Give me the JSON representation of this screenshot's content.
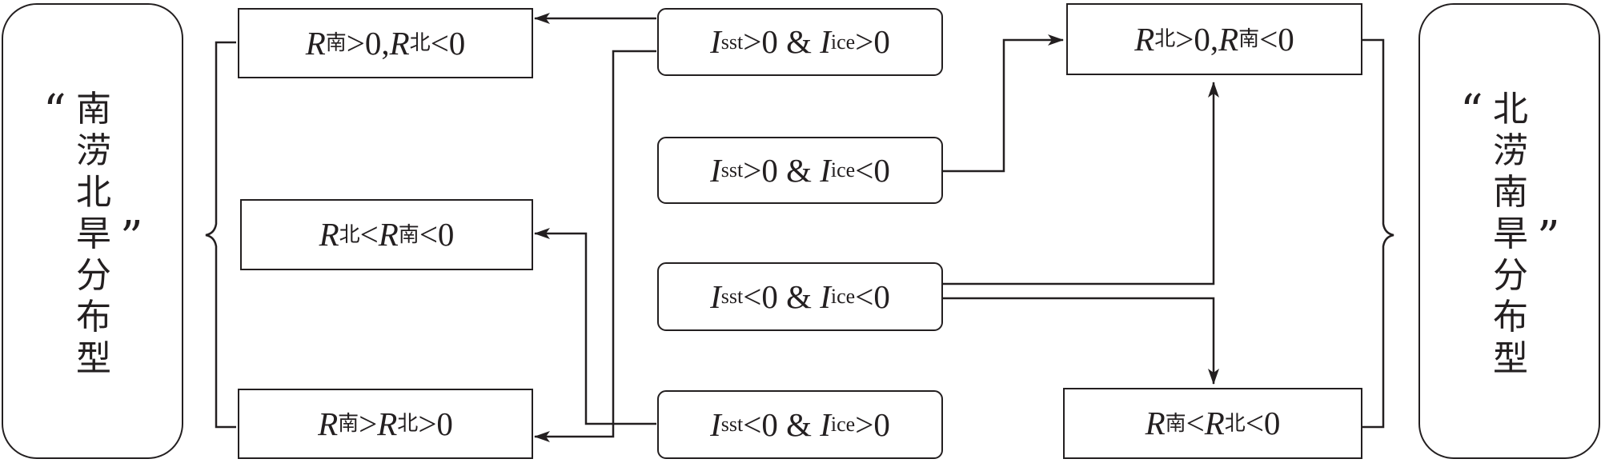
{
  "diagram": {
    "left_type": {
      "quote_open": "“",
      "chars": [
        "南",
        "涝",
        "北",
        "旱",
        "分",
        "布",
        "型"
      ],
      "quote_close": "”"
    },
    "right_type": {
      "quote_open": "“",
      "chars": [
        "北",
        "涝",
        "南",
        "旱",
        "分",
        "布",
        "型"
      ],
      "quote_close": "”"
    },
    "conditions": [
      {
        "i1": "I",
        "s1": "sst",
        "op1": ">0 & ",
        "i2": "I",
        "s2": "ice",
        "op2": ">0"
      },
      {
        "i1": "I",
        "s1": "sst",
        "op1": ">0 & ",
        "i2": "I",
        "s2": "ice",
        "op2": "<0"
      },
      {
        "i1": "I",
        "s1": "sst",
        "op1": "<0 & ",
        "i2": "I",
        "s2": "ice",
        "op2": "<0"
      },
      {
        "i1": "I",
        "s1": "sst",
        "op1": "<0 & ",
        "i2": "I",
        "s2": "ice",
        "op2": ">0"
      }
    ],
    "outcomes": {
      "left_top": {
        "v1": "R",
        "s1": "南",
        "m1": ">0, ",
        "v2": "R",
        "s2": "北",
        "m2": "<0"
      },
      "left_mid": {
        "v1": "R",
        "s1": "北",
        "m1": "<",
        "v2": "R",
        "s2": "南",
        "m2": "<0"
      },
      "left_bot": {
        "v1": "R",
        "s1": "南",
        "m1": ">",
        "v2": "R",
        "s2": "北",
        "m2": ">0"
      },
      "right_top": {
        "v1": "R",
        "s1": "北",
        "m1": ">0, ",
        "v2": "R",
        "s2": "南",
        "m2": "<0"
      },
      "right_bot": {
        "v1": "R",
        "s1": "南",
        "m1": "<",
        "v2": "R",
        "s2": "北",
        "m2": "<0"
      }
    }
  }
}
